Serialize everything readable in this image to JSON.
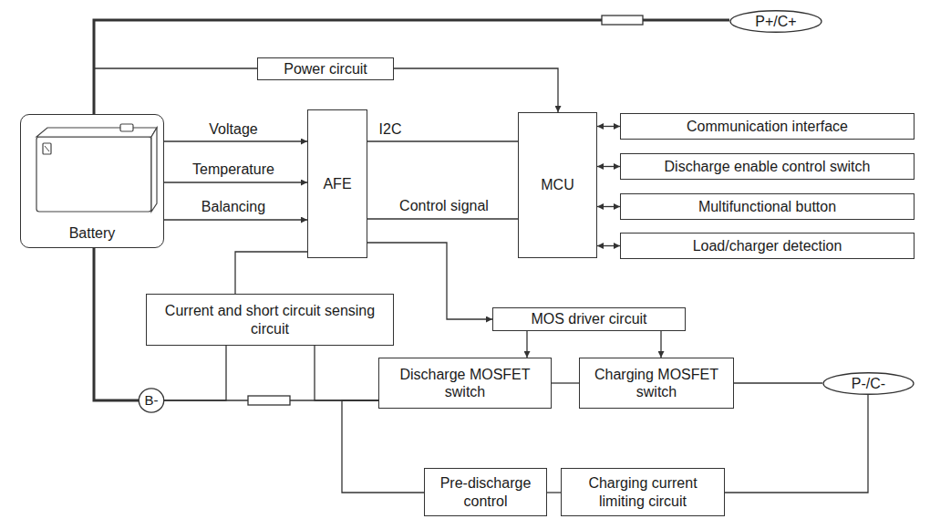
{
  "diagram": {
    "nodes": [
      {
        "text": [
          "Battery"
        ]
      },
      {
        "text": [
          "Power circuit"
        ]
      },
      {
        "text": [
          "AFE"
        ]
      },
      {
        "text": [
          "MCU"
        ]
      },
      {
        "text": [
          "Communication interface"
        ]
      },
      {
        "text": [
          "Discharge enable control switch"
        ]
      },
      {
        "text": [
          "Multifunctional button"
        ]
      },
      {
        "text": [
          "Load/charger detection"
        ]
      },
      {
        "text": [
          "Current and short circuit sensing circuit"
        ]
      },
      {
        "text": [
          "MOS driver circuit"
        ]
      },
      {
        "text": [
          "Discharge MOSFET switch"
        ]
      },
      {
        "text": [
          "Charging MOSFET switch"
        ]
      },
      {
        "text": [
          "Pre-discharge control"
        ]
      },
      {
        "text": [
          "Charging current limiting circuit"
        ]
      },
      {
        "text": [
          "P+/C+"
        ]
      },
      {
        "text": [
          "B-"
        ]
      },
      {
        "text": [
          "P-/C-"
        ]
      }
    ],
    "edges": [
      {
        "from": 0,
        "to": 2,
        "label": "Voltage",
        "arrow": "to"
      },
      {
        "from": 0,
        "to": 2,
        "label": "Temperature",
        "arrow": "to"
      },
      {
        "from": 0,
        "to": 2,
        "label": "Balancing",
        "arrow": "to"
      },
      {
        "from": 2,
        "to": 3,
        "label": "I2C",
        "arrow": "none"
      },
      {
        "from": 2,
        "to": 3,
        "label": "Control signal",
        "arrow": "none"
      },
      {
        "from": 0,
        "to": 14,
        "arrow": "none"
      },
      {
        "from": 0,
        "to": 1,
        "arrow": "none"
      },
      {
        "from": 1,
        "to": 3,
        "arrow": "to"
      },
      {
        "from": 3,
        "to": 4,
        "arrow": "both"
      },
      {
        "from": 3,
        "to": 5,
        "arrow": "both"
      },
      {
        "from": 3,
        "to": 6,
        "arrow": "both"
      },
      {
        "from": 3,
        "to": 7,
        "arrow": "both"
      },
      {
        "from": 2,
        "to": 9,
        "arrow": "to"
      },
      {
        "from": 2,
        "to": 8,
        "arrow": "none"
      },
      {
        "from": 9,
        "to": 10,
        "arrow": "to"
      },
      {
        "from": 9,
        "to": 11,
        "arrow": "to"
      },
      {
        "from": 0,
        "to": 15,
        "arrow": "none"
      },
      {
        "from": 15,
        "to": 10,
        "arrow": "none"
      },
      {
        "from": 8,
        "to": 15,
        "arrow": "none"
      },
      {
        "from": 8,
        "to": 10,
        "arrow": "none"
      },
      {
        "from": 10,
        "to": 11,
        "arrow": "none"
      },
      {
        "from": 11,
        "to": 16,
        "arrow": "none"
      },
      {
        "from": 10,
        "to": 12,
        "arrow": "none"
      },
      {
        "from": 12,
        "to": 13,
        "arrow": "none"
      },
      {
        "from": 13,
        "to": 16,
        "arrow": "none"
      }
    ]
  }
}
